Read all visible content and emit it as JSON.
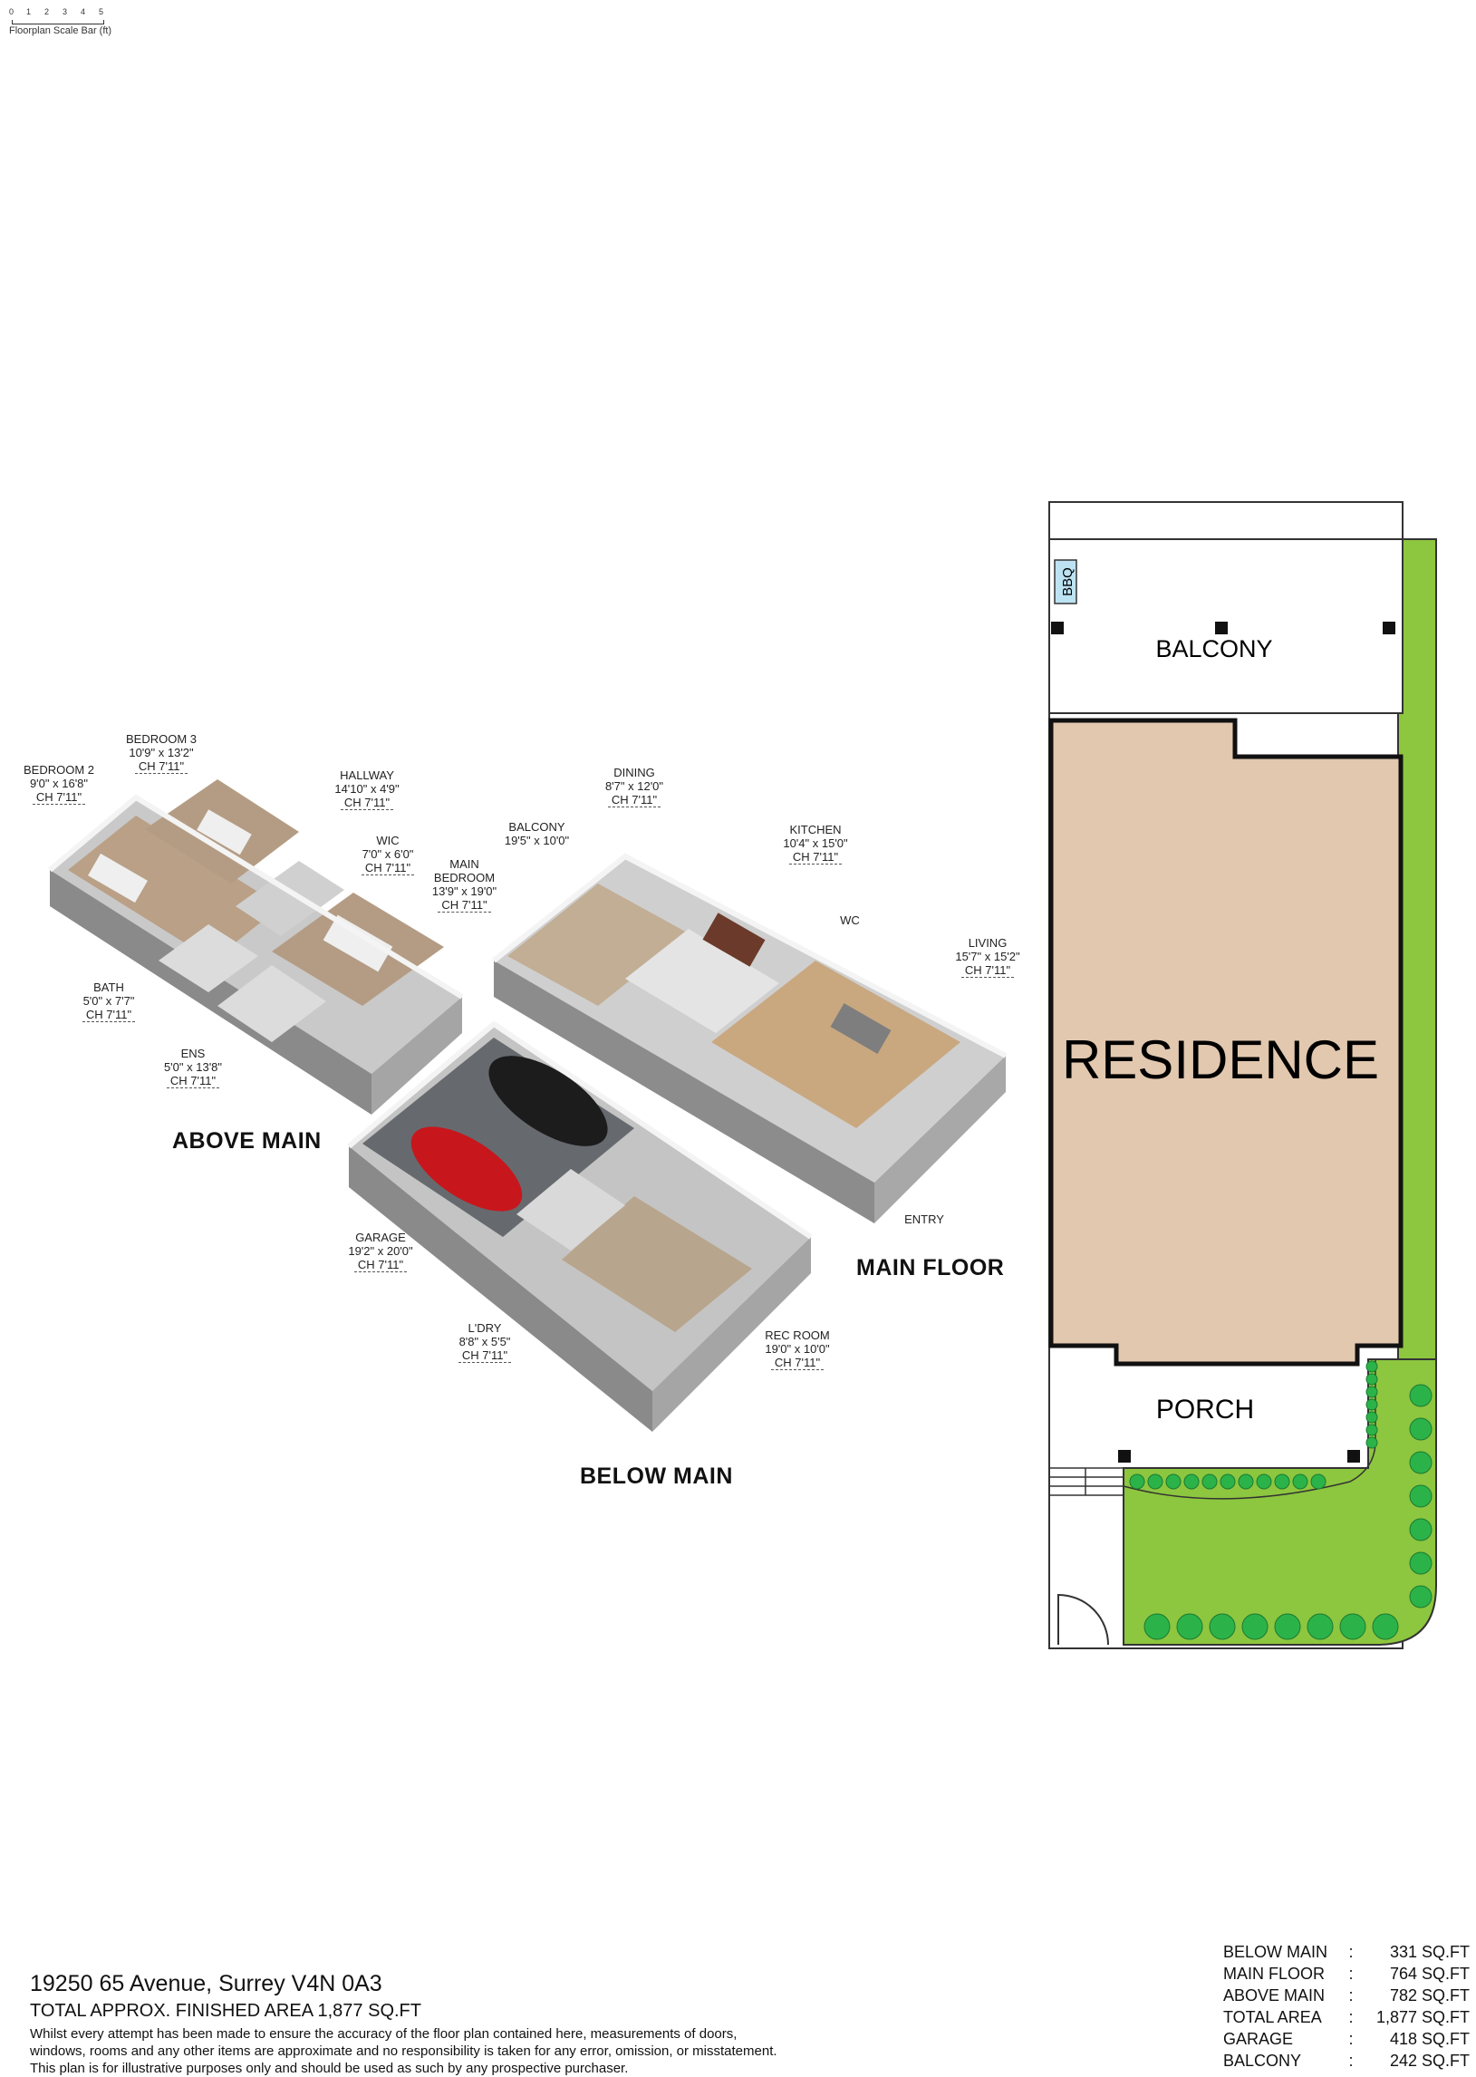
{
  "scale_bar": {
    "ticks": [
      "0",
      "1",
      "2",
      "3",
      "4",
      "5"
    ],
    "caption": "Floorplan Scale Bar (ft)"
  },
  "rooms": [
    {
      "id": "bedroom2",
      "name": "BEDROOM 2",
      "dims": "9'0\" x 16'8\"",
      "ch": "CH 7'11\""
    },
    {
      "id": "bedroom3",
      "name": "BEDROOM 3",
      "dims": "10'9\" x 13'2\"",
      "ch": "CH 7'11\""
    },
    {
      "id": "hallway",
      "name": "HALLWAY",
      "dims": "14'10\" x 4'9\"",
      "ch": "CH 7'11\""
    },
    {
      "id": "wic",
      "name": "WIC",
      "dims": "7'0\" x 6'0\"",
      "ch": "CH 7'11\""
    },
    {
      "id": "mainbed",
      "name": "MAIN\nBEDROOM",
      "dims": "13'9\" x 19'0\"",
      "ch": "CH 7'11\""
    },
    {
      "id": "bath",
      "name": "BATH",
      "dims": "5'0\" x 7'7\"",
      "ch": "CH 7'11\""
    },
    {
      "id": "ens",
      "name": "ENS",
      "dims": "5'0\" x 13'8\"",
      "ch": "CH 7'11\""
    },
    {
      "id": "dining",
      "name": "DINING",
      "dims": "8'7\" x 12'0\"",
      "ch": "CH 7'11\""
    },
    {
      "id": "balcony",
      "name": "BALCONY",
      "dims": "19'5\" x 10'0\"",
      "ch": ""
    },
    {
      "id": "kitchen",
      "name": "KITCHEN",
      "dims": "10'4\" x 15'0\"",
      "ch": "CH 7'11\""
    },
    {
      "id": "wc",
      "name": "WC",
      "dims": "",
      "ch": ""
    },
    {
      "id": "living",
      "name": "LIVING",
      "dims": "15'7\" x 15'2\"",
      "ch": "CH 7'11\""
    },
    {
      "id": "entry",
      "name": "ENTRY",
      "dims": "",
      "ch": ""
    },
    {
      "id": "garage",
      "name": "GARAGE",
      "dims": "19'2\" x 20'0\"",
      "ch": "CH 7'11\""
    },
    {
      "id": "ldry",
      "name": "L'DRY",
      "dims": "8'8\" x 5'5\"",
      "ch": "CH 7'11\""
    },
    {
      "id": "recroom",
      "name": "REC ROOM",
      "dims": "19'0\" x 10'0\"",
      "ch": "CH 7'11\""
    }
  ],
  "floor_titles": {
    "above": "ABOVE MAIN",
    "main": "MAIN FLOOR",
    "below": "BELOW MAIN"
  },
  "site_plan": {
    "bbq": "BBQ",
    "balcony": "BALCONY",
    "residence": "RESIDENCE",
    "porch": "PORCH"
  },
  "colors": {
    "residence": "#e2c8af",
    "lawn": "#8dc63f",
    "tree": "#2bb34a",
    "floor_wood": "#c9a880",
    "wall": "#f2f2f2"
  },
  "footer": {
    "address": "19250 65 Avenue, Surrey V4N 0A3",
    "total": "TOTAL APPROX. FINISHED AREA 1,877 SQ.FT",
    "disclaimer_1": "Whilst every attempt has been made to ensure the accuracy of the floor plan contained here, measurements of doors,",
    "disclaimer_2": "windows, rooms and any other items are approximate and no responsibility is taken for any error, omission, or misstatement.",
    "disclaimer_3": "This plan is for illustrative purposes only and should be used as such by any prospective purchaser."
  },
  "areas": [
    {
      "label": "BELOW MAIN",
      "value": "331 SQ.FT"
    },
    {
      "label": "MAIN FLOOR",
      "value": "764 SQ.FT"
    },
    {
      "label": "ABOVE MAIN",
      "value": "782 SQ.FT"
    },
    {
      "label": "TOTAL AREA",
      "value": "1,877 SQ.FT"
    },
    {
      "label": "GARAGE",
      "value": "418 SQ.FT"
    },
    {
      "label": "BALCONY",
      "value": "242 SQ.FT"
    }
  ]
}
